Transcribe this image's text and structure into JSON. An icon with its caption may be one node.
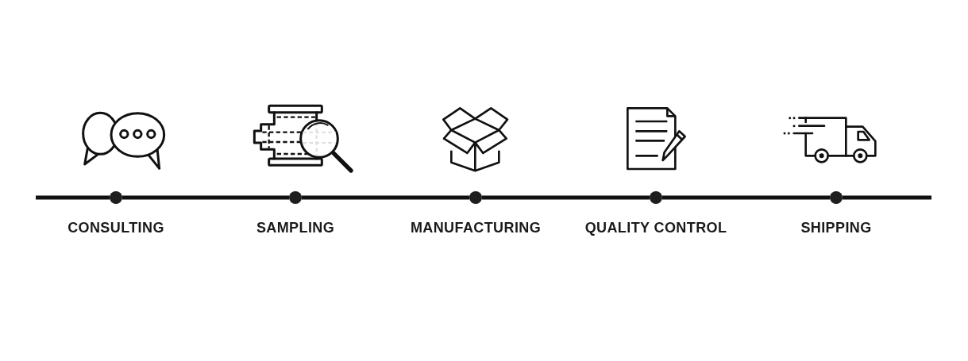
{
  "diagram": {
    "nodes": [
      {
        "text": [],
        "shape": "circle",
        "beside": [
          "CONSULTING"
        ]
      },
      {
        "text": [],
        "shape": "circle",
        "beside": [
          "SAMPLING"
        ]
      },
      {
        "text": [],
        "shape": "circle",
        "beside": [
          "MANUFACTURING"
        ]
      },
      {
        "text": [],
        "shape": "circle",
        "beside": [
          "QUALITY CONTROL"
        ]
      },
      {
        "text": [],
        "shape": "circle",
        "beside": [
          "SHIPPING"
        ]
      }
    ],
    "edges": [
      {
        "from": null,
        "to": 0,
        "arrow": "none"
      },
      {
        "from": 0,
        "to": 1,
        "arrow": "none"
      },
      {
        "from": 1,
        "to": 2,
        "arrow": "none"
      },
      {
        "from": 2,
        "to": 3,
        "arrow": "none"
      },
      {
        "from": 3,
        "to": 4,
        "arrow": "none"
      },
      {
        "from": 4,
        "to": null,
        "arrow": "none"
      }
    ]
  }
}
